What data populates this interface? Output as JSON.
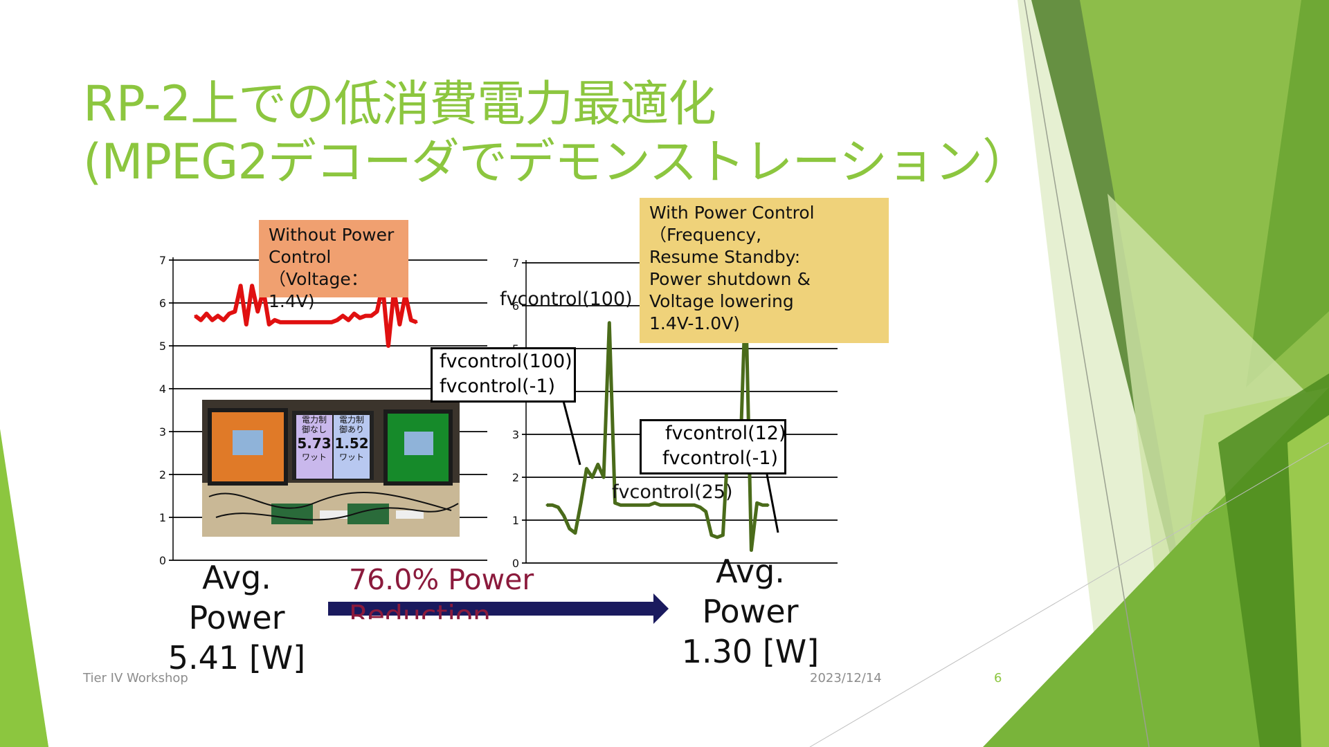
{
  "slide": {
    "title_line1": "RP-2上での低消費電力最適化",
    "title_line2": "(MPEG2デコーダでデモンストレーション）",
    "footer_left": "Tier IV Workshop",
    "footer_date": "2023/12/14",
    "page_number": "6"
  },
  "callouts": {
    "without_power_control": [
      "Without Power",
      "Control",
      "（Voltage：1.4V)"
    ],
    "with_power_control": [
      "With Power Control",
      "（Frequency,",
      "Resume Standby:",
      "Power shutdown &",
      "Voltage lowering",
      "1.4V-1.0V)"
    ]
  },
  "annotations": {
    "fv100_top": "fvcontrol(100)",
    "fv_box1_line1": "fvcontrol(100)",
    "fv_box1_line2": "fvcontrol(-1)",
    "fv_box2_line1": "fvcontrol(12)",
    "fv_box2_line2": "fvcontrol(-1)",
    "fv25": "fvcontrol(25)"
  },
  "summary": {
    "avg_left": [
      "Avg.",
      "Power",
      "5.41 [W]"
    ],
    "avg_right": [
      "Avg.",
      "Power",
      "1.30 [W]"
    ],
    "reduction": [
      "76.0% Power",
      "Reduction"
    ]
  },
  "photo": {
    "monitor_label_left": [
      "電力制",
      "御なし",
      "5.73",
      "ワット"
    ],
    "monitor_label_right": [
      "電力制",
      "御あり",
      "1.52",
      "ワット"
    ]
  },
  "colors": {
    "title": "#8cc63f",
    "left_series": "#e01010",
    "right_series": "#4a6b1a",
    "arrow": "#1a1a5e",
    "reduction_text": "#8b1a3c"
  },
  "chart_data": [
    {
      "type": "line",
      "title": "",
      "xlabel": "",
      "ylabel": "",
      "ylim": [
        0,
        7
      ],
      "yticks": [
        "0",
        "1",
        "2",
        "3",
        "4",
        "5",
        "6",
        "7"
      ],
      "grid": true,
      "series": [
        {
          "color": "#e01010",
          "values": [
            5.7,
            5.6,
            5.75,
            5.6,
            5.7,
            5.6,
            5.75,
            5.8,
            6.4,
            5.5,
            6.4,
            5.8,
            6.3,
            5.5,
            5.6,
            5.55,
            5.55,
            5.55,
            5.55,
            5.55,
            5.55,
            5.55,
            5.55,
            5.55,
            5.55,
            5.6,
            5.7,
            5.6,
            5.75,
            5.65,
            5.7,
            5.7,
            5.8,
            6.4,
            5.0,
            6.3,
            5.5,
            6.2,
            5.6,
            5.55
          ]
        }
      ]
    },
    {
      "type": "line",
      "title": "",
      "xlabel": "",
      "ylabel": "",
      "ylim": [
        0,
        7
      ],
      "yticks": [
        "0",
        "1",
        "2",
        "3",
        "4",
        "5",
        "6",
        "7"
      ],
      "grid": true,
      "series": [
        {
          "color": "#4a6b1a",
          "values": [
            1.35,
            1.35,
            1.3,
            1.1,
            0.8,
            0.7,
            1.4,
            2.2,
            2.0,
            2.3,
            2.0,
            5.6,
            1.4,
            1.35,
            1.35,
            1.35,
            1.35,
            1.35,
            1.35,
            1.4,
            1.35,
            1.35,
            1.35,
            1.35,
            1.35,
            1.35,
            1.35,
            1.3,
            1.2,
            0.65,
            0.6,
            0.65,
            3.0,
            2.2,
            2.3,
            6.3,
            0.3,
            1.4,
            1.35,
            1.35
          ]
        }
      ]
    }
  ]
}
